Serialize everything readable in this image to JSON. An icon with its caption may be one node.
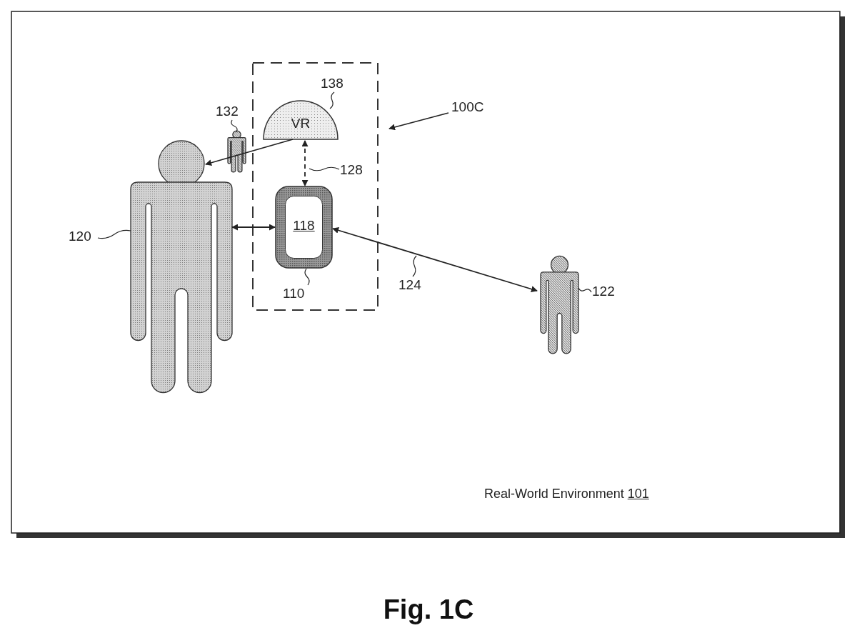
{
  "diagram": {
    "caption": "Fig. 1C",
    "nodes": [
      {
        "text": [
          "Real-World Environment",
          "101"
        ]
      },
      {
        "text": [],
        "shape": "box",
        "in": 0
      },
      {
        "text": [
          "100C"
        ],
        "in": 0
      },
      {
        "text": [
          "VR"
        ],
        "in": 1
      },
      {
        "text": [
          "138"
        ],
        "in": 1
      },
      {
        "text": [],
        "shape": "person",
        "in": 0
      },
      {
        "text": [
          "132"
        ],
        "in": 0
      },
      {
        "text": [],
        "shape": "person",
        "in": 0
      },
      {
        "text": [
          "120"
        ],
        "in": 0
      },
      {
        "text": [],
        "shape": "box",
        "in": 1
      },
      {
        "text": [
          "118"
        ],
        "in": 9
      },
      {
        "text": [
          "110"
        ],
        "in": 1
      },
      {
        "text": [
          "128"
        ],
        "in": 1
      },
      {
        "text": [],
        "shape": "person",
        "in": 0
      },
      {
        "text": [
          "122"
        ],
        "in": 0
      },
      {
        "text": [
          "124"
        ],
        "in": 0
      }
    ],
    "edges": [
      {
        "from": 2,
        "to": 1,
        "arrow": "to"
      },
      {
        "from": 3,
        "to": 7,
        "arrow": "to"
      },
      {
        "from": 3,
        "to": 9,
        "arrow": "both",
        "style": "dashed"
      },
      {
        "from": 7,
        "to": 9,
        "arrow": "both"
      },
      {
        "from": 9,
        "to": 13,
        "arrow": "both"
      },
      {
        "from": 4,
        "to": 3,
        "arrow": "none"
      },
      {
        "from": 6,
        "to": 5,
        "arrow": "none"
      },
      {
        "from": 8,
        "to": 7,
        "arrow": "none"
      },
      {
        "from": 11,
        "to": 9,
        "arrow": "none"
      },
      {
        "from": 12,
        "to": null,
        "arrow": "none"
      },
      {
        "from": 15,
        "to": null,
        "arrow": "none"
      },
      {
        "from": 14,
        "to": 13,
        "arrow": "none"
      }
    ]
  }
}
